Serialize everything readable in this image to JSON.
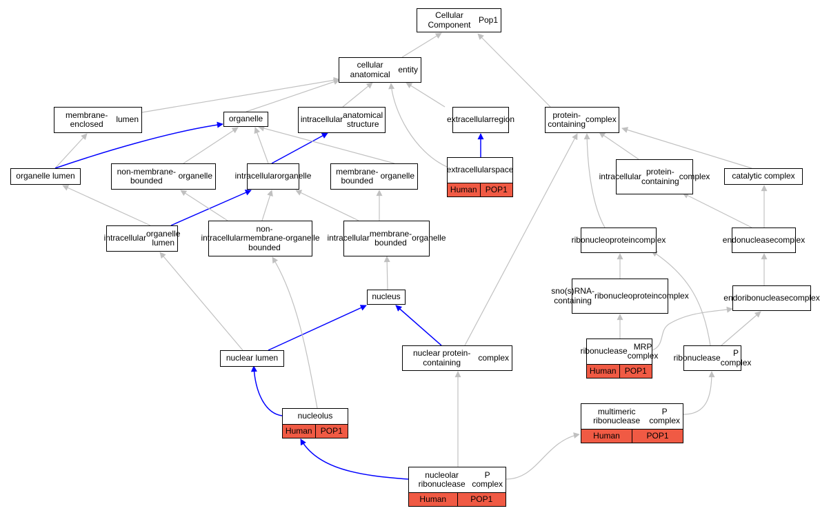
{
  "nodes": {
    "cellular_component": [
      "Cellular Component",
      "Pop1"
    ],
    "cellular_anatomical_entity": [
      "cellular anatomical",
      "entity"
    ],
    "membrane_enclosed_lumen": [
      "membrane-enclosed",
      "lumen"
    ],
    "organelle": [
      "organelle"
    ],
    "intracellular_anatomical_structure": [
      "intracellular",
      "anatomical structure"
    ],
    "extracellular_region": [
      "extracellular",
      "region"
    ],
    "protein_containing_complex": [
      "protein-containing",
      "complex"
    ],
    "organelle_lumen": [
      "organelle lumen"
    ],
    "non_membrane_bounded_organelle": [
      "non-membrane-bounded",
      "organelle"
    ],
    "intracellular_organelle": [
      "intracellular",
      "organelle"
    ],
    "membrane_bounded_organelle": [
      "membrane-bounded",
      "organelle"
    ],
    "extracellular_space": [
      "extracellular",
      "space"
    ],
    "intracellular_protein_containing_complex": [
      "intracellular",
      "protein-containing",
      "complex"
    ],
    "catalytic_complex": [
      "catalytic complex"
    ],
    "intracellular_organelle_lumen": [
      "intracellular",
      "organelle lumen"
    ],
    "intracellular_non_membrane_bounded_organelle": [
      "intracellular",
      "non-membrane-bounded",
      "organelle"
    ],
    "intracellular_membrane_bounded_organelle": [
      "intracellular",
      "membrane-bounded",
      "organelle"
    ],
    "ribonucleoprotein_complex": [
      "ribonucleoprotein",
      "complex"
    ],
    "endonuclease_complex": [
      "endonuclease",
      "complex"
    ],
    "nucleus": [
      "nucleus"
    ],
    "snorna_containing_rnp_complex": [
      "sno(s)RNA-containing",
      "ribonucleoprotein",
      "complex"
    ],
    "endoribonuclease_complex": [
      "endoribonuclease",
      "complex"
    ],
    "nuclear_lumen": [
      "nuclear lumen"
    ],
    "nuclear_protein_containing_complex": [
      "nuclear protein-containing",
      "complex"
    ],
    "ribonuclease_mrp_complex": [
      "ribonuclease",
      "MRP complex"
    ],
    "ribonuclease_p_complex": [
      "ribonuclease",
      "P complex"
    ],
    "nucleolus": [
      "nucleolus"
    ],
    "multimeric_ribonuclease_p_complex": [
      "multimeric ribonuclease",
      "P complex"
    ],
    "nucleolar_ribonuclease_p_complex": [
      "nucleolar ribonuclease",
      "P complex"
    ]
  },
  "annotations": {
    "extracellular_space": [
      "Human",
      "POP1"
    ],
    "ribonuclease_mrp_complex": [
      "Human",
      "POP1"
    ],
    "nucleolus": [
      "Human",
      "POP1"
    ],
    "multimeric_ribonuclease_p_complex": [
      "Human",
      "POP1"
    ],
    "nucleolar_ribonuclease_p_complex": [
      "Human",
      "POP1"
    ]
  },
  "colors": {
    "edge_default": "#c0c0c0",
    "edge_highlight": "#0000ff",
    "annotation_fill": "#f05a44"
  }
}
